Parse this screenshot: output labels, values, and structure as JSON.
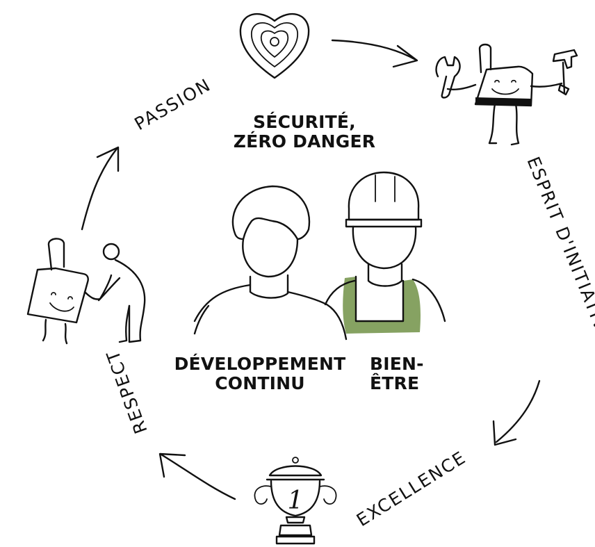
{
  "center": {
    "top_line1": "SÉCURITÉ,",
    "top_line2": "ZÉRO DANGER",
    "left_line1": "DÉVELOPPEMENT",
    "left_line2": "CONTINU",
    "right_line1": "BIEN-",
    "right_line2": "ÊTRE"
  },
  "cycle": {
    "passion": "PASSION",
    "initiative": "ESPRIT D'INITIATIVE",
    "excellence": "EXCELLENCE",
    "respect": "RESPECT"
  },
  "trophy_number": "1",
  "colors": {
    "ink": "#111111",
    "vest_green": "#86a262",
    "background": "#ffffff"
  },
  "icons": [
    "heart-icon",
    "mascot-with-tools-icon",
    "trophy-icon",
    "mascot-handshake-icon",
    "worker-person-icon",
    "helmet-worker-icon"
  ]
}
